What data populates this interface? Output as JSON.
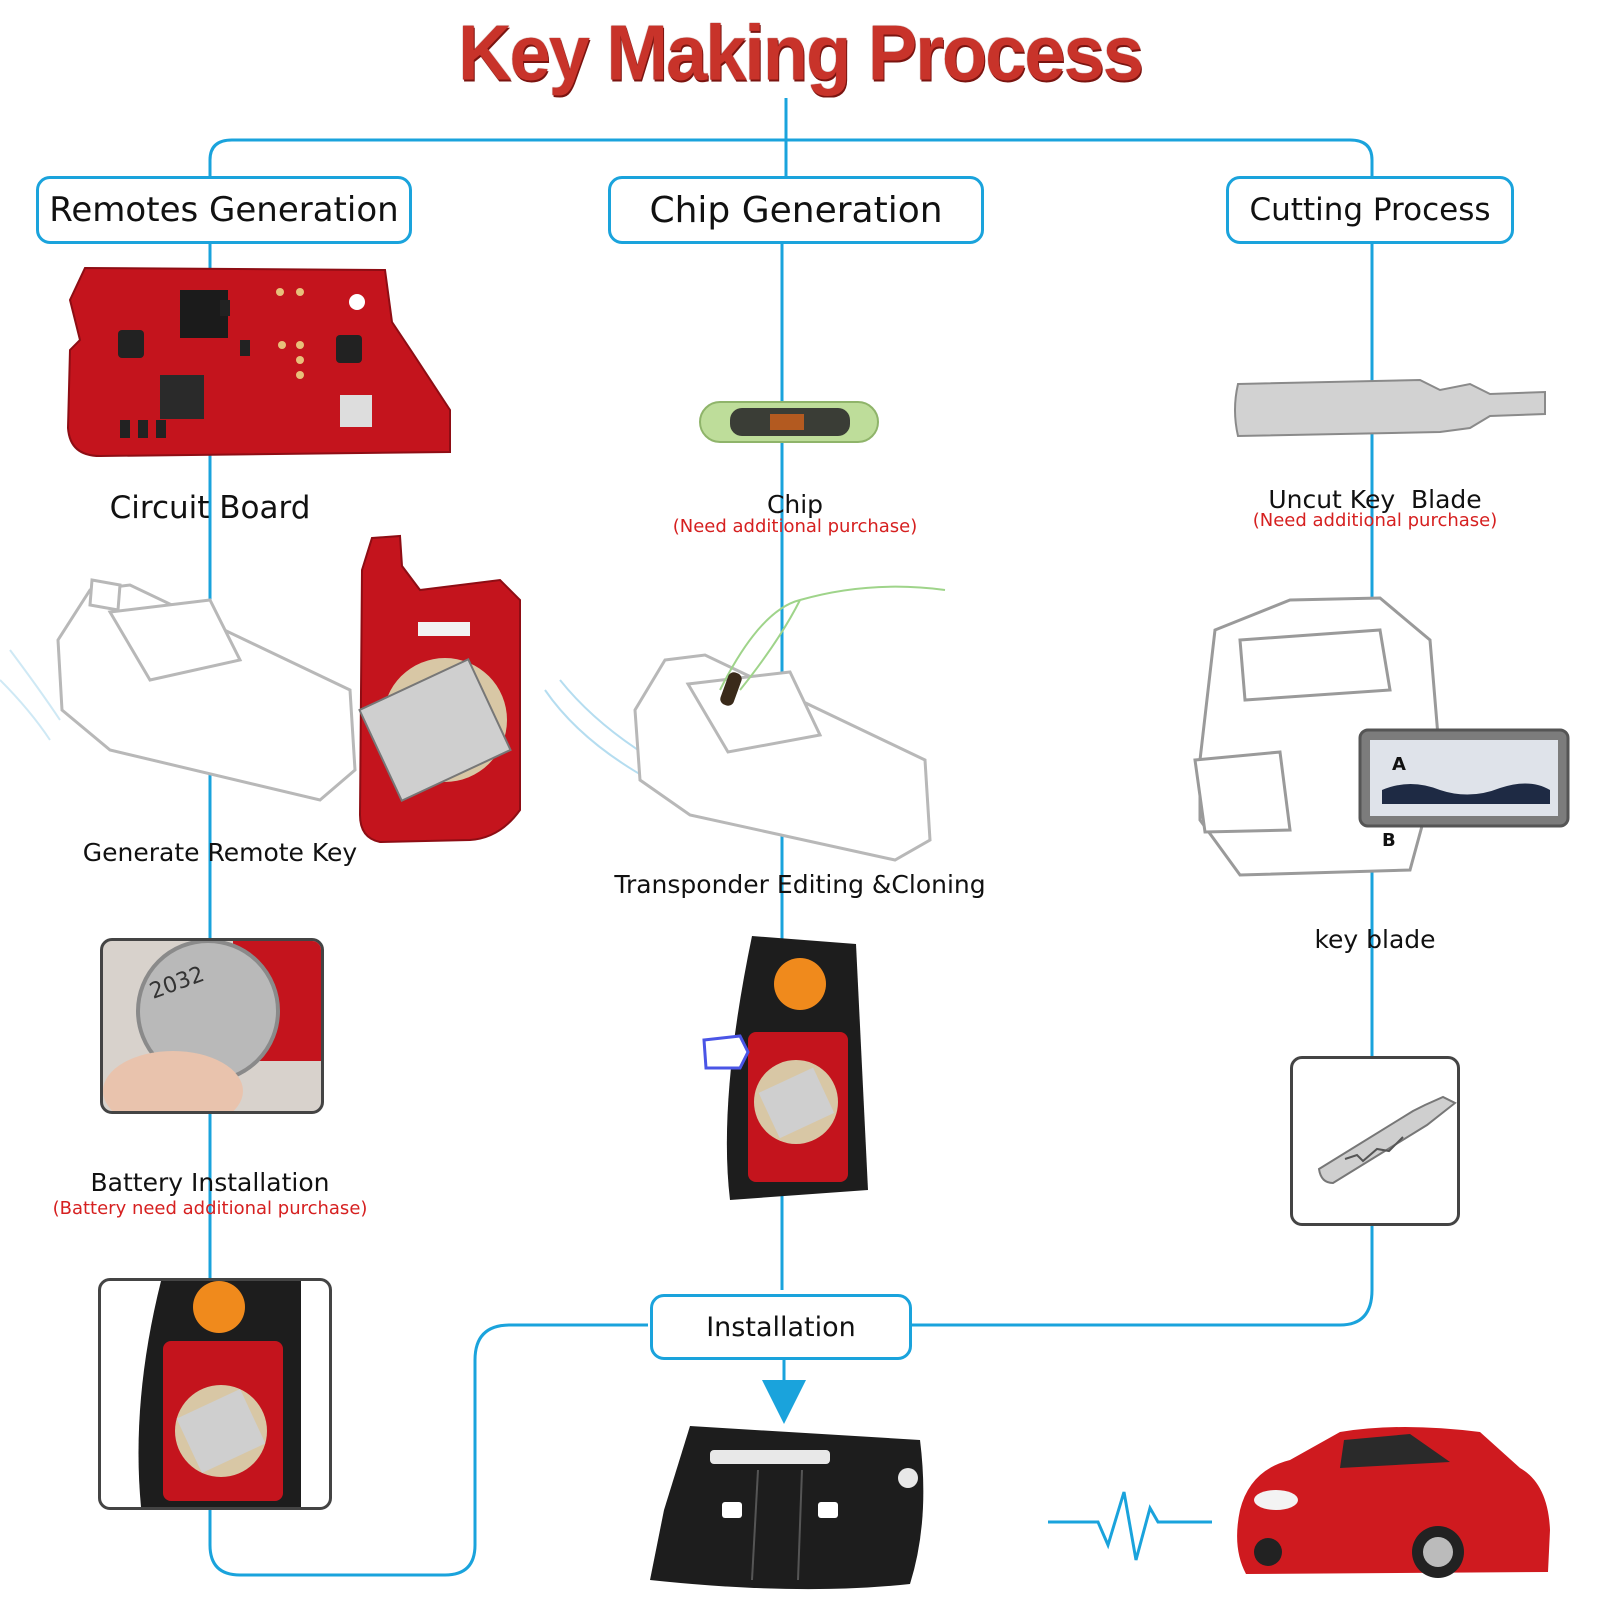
{
  "title": "Key Making Process",
  "colors": {
    "title": "#c8332a",
    "line": "#1aa3dc",
    "note": "#d62020",
    "pcb": "#c4141d"
  },
  "columns": {
    "remotes": {
      "header": "Remotes Generation",
      "steps": [
        {
          "label": "Circuit Board",
          "icon": "circuit-board-image"
        },
        {
          "label": "Generate Remote Key",
          "icon": "key-programmer-with-pcb-image"
        },
        {
          "label": "Battery Installation",
          "note": "(Battery need additional purchase)",
          "icon": "coin-battery-image"
        },
        {
          "icon": "flip-key-open-image"
        }
      ]
    },
    "chip": {
      "header": "Chip Generation",
      "steps": [
        {
          "label": "Chip",
          "note": "(Need additional purchase)",
          "icon": "glass-transponder-chip-image"
        },
        {
          "label": "Transponder Editing &Cloning",
          "icon": "programmer-with-chip-image"
        },
        {
          "icon": "flip-key-open-image"
        }
      ]
    },
    "cutting": {
      "header": "Cutting Process",
      "steps": [
        {
          "label": "Uncut Key  Blade",
          "note": "(Need additional purchase)",
          "icon": "uncut-key-blade-image"
        },
        {
          "label": "key blade",
          "icon": "key-cutting-machine-image"
        },
        {
          "icon": "cut-key-blade-image"
        }
      ]
    }
  },
  "installation": {
    "label": "Installation"
  },
  "result": {
    "icons": [
      "finished-flip-key-image",
      "heartbeat-icon",
      "red-sports-car-image"
    ]
  }
}
